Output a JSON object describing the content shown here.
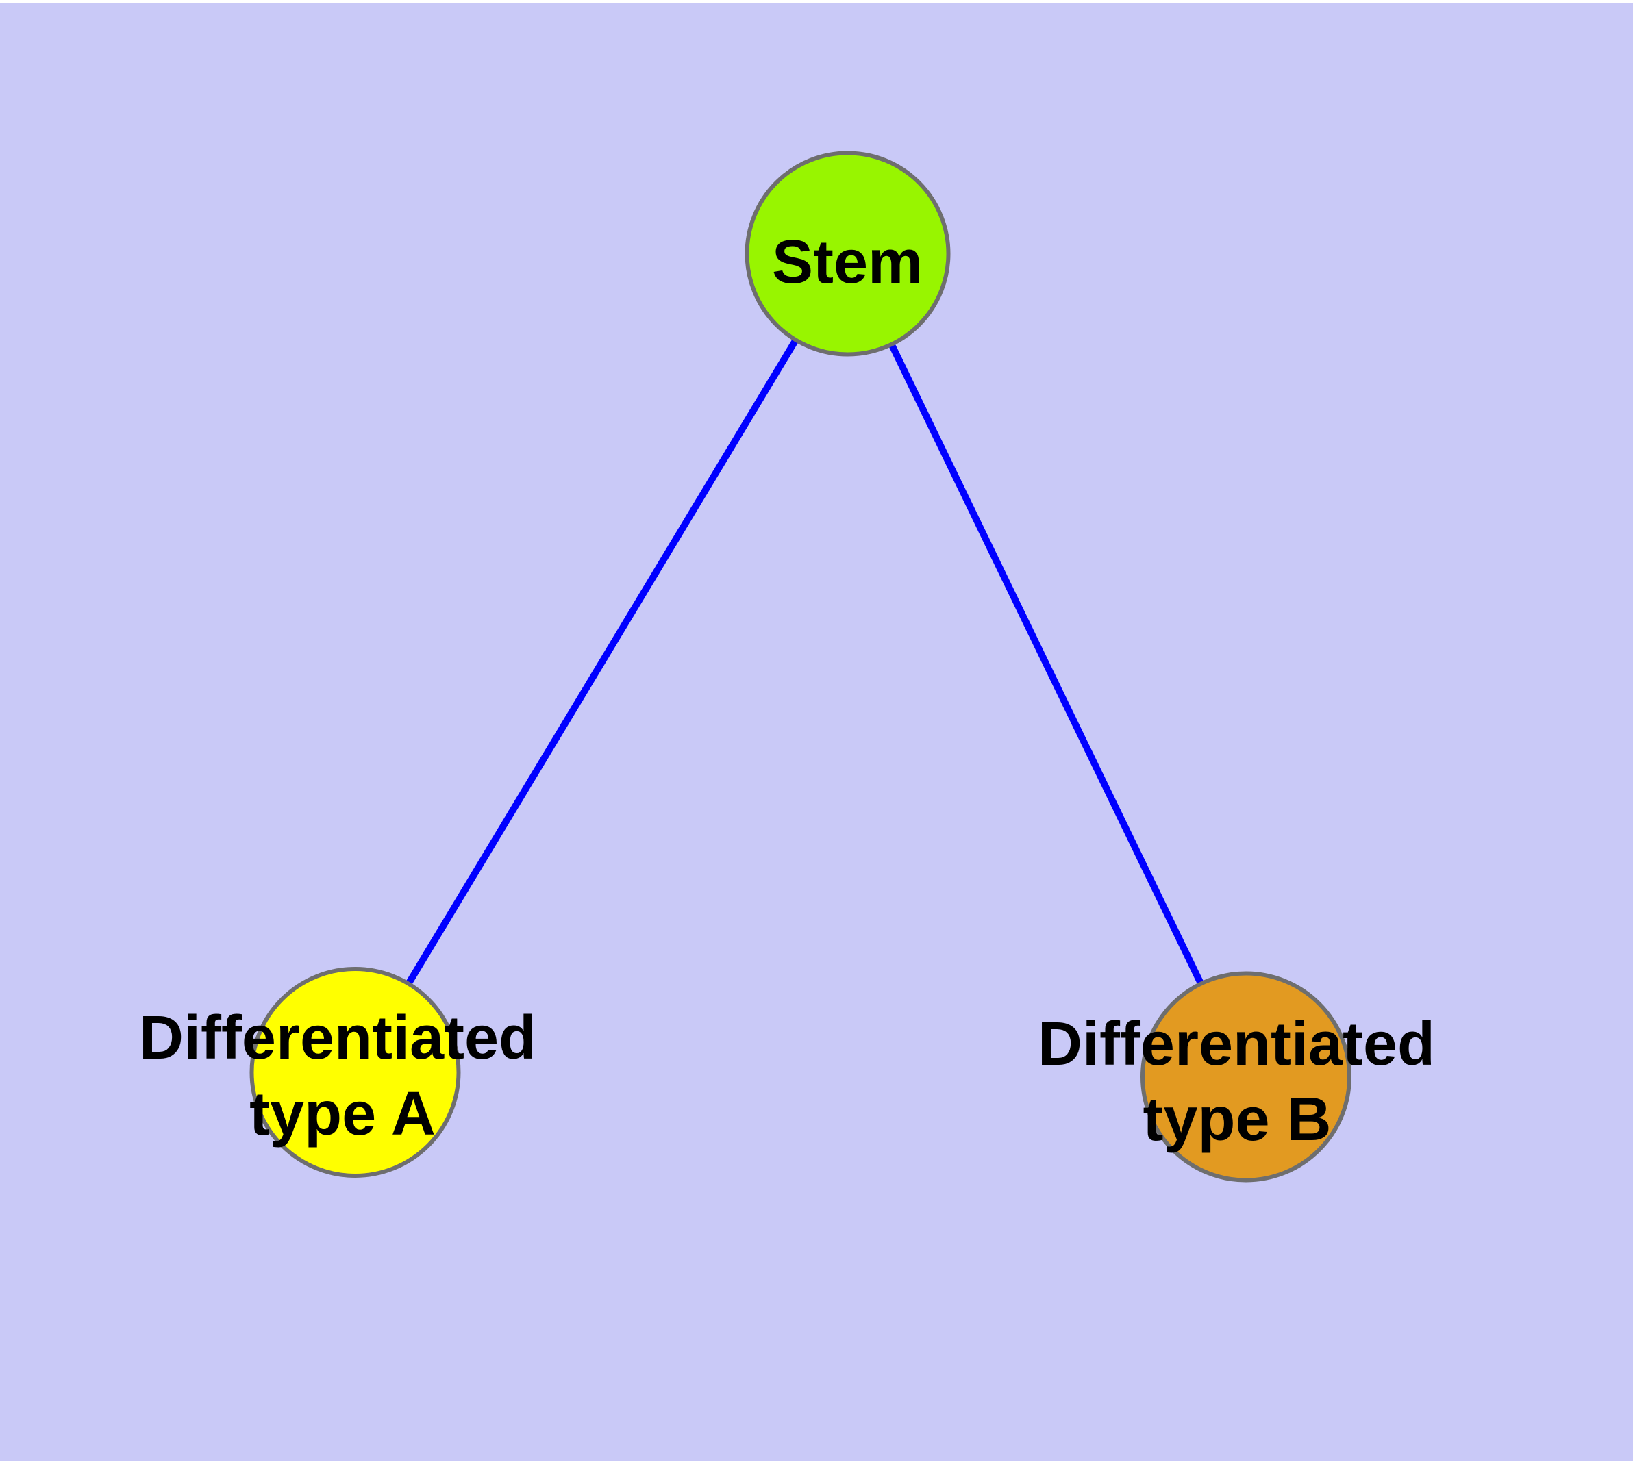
{
  "diagram": {
    "background_color": "#c9c9f7",
    "frame_color": "#ffffff",
    "edge_color": "#0000ff",
    "node_border_color": "#6e6e6e",
    "label_color": "#000000",
    "nodes": {
      "stem": {
        "label": "Stem",
        "fill_color": "#98f500"
      },
      "type_a": {
        "label_line1": "Differentiated",
        "label_line2": "type A",
        "fill_color": "#ffff00"
      },
      "type_b": {
        "label_line1": "Differentiated",
        "label_line2": "type B",
        "fill_color": "#e29a21"
      }
    },
    "edges": [
      {
        "from": "Stem",
        "to": "Differentiated type A"
      },
      {
        "from": "Stem",
        "to": "Differentiated type B"
      }
    ]
  }
}
